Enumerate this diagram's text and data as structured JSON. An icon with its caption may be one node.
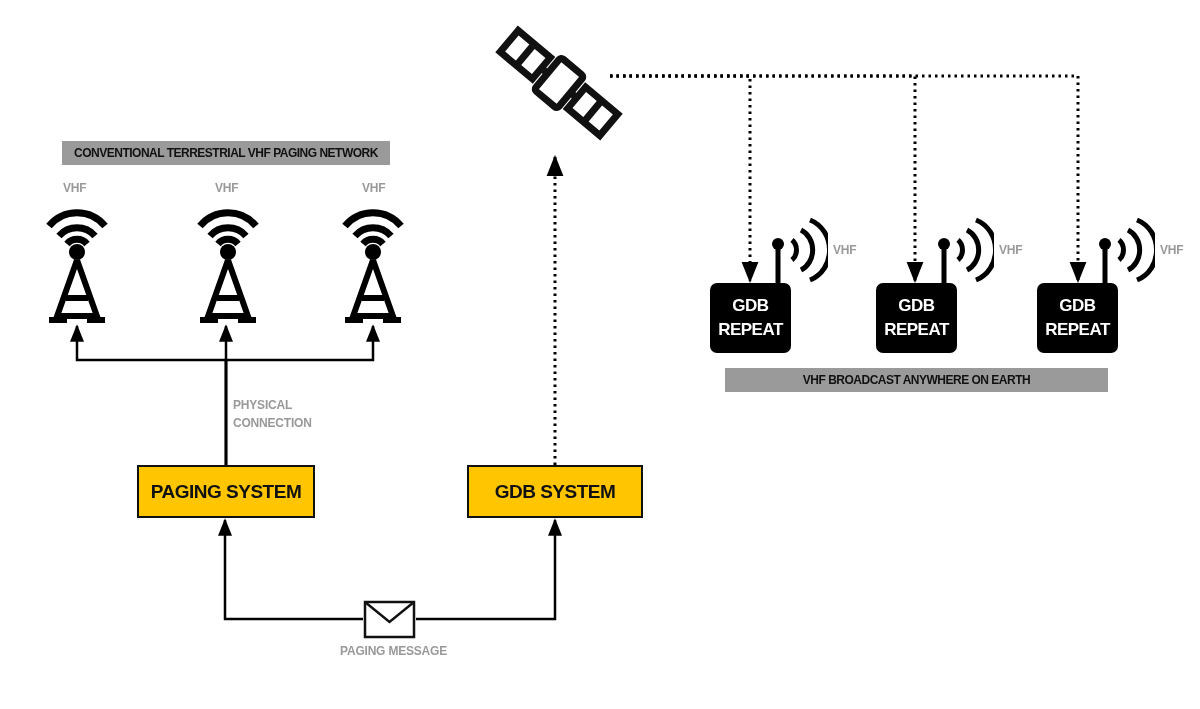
{
  "diagram": {
    "nodes": [
      {
        "text": [
          "CONVENTIONAL TERRESTRIAL VHF PAGING NETWORK"
        ]
      },
      {
        "text": [],
        "shape": "tower",
        "beside": [
          "VHF"
        ]
      },
      {
        "text": [],
        "shape": "tower",
        "beside": [
          "VHF"
        ]
      },
      {
        "text": [],
        "shape": "tower",
        "beside": [
          "VHF"
        ]
      },
      {
        "text": [],
        "shape": "satellite"
      },
      {
        "text": [
          "GDB REPEAT"
        ]
      },
      {
        "text": [
          "GDB REPEAT"
        ]
      },
      {
        "text": [
          "GDB REPEAT"
        ]
      },
      {
        "text": [
          "VHF BROADCAST ANYWHERE ON EARTH"
        ]
      },
      {
        "text": [
          "PAGING SYSTEM"
        ]
      },
      {
        "text": [
          "GDB SYSTEM"
        ]
      },
      {
        "text": [],
        "shape": "envelope",
        "beside": [
          "PAGING MESSAGE"
        ]
      }
    ],
    "edges": [
      {
        "from": 9,
        "to": 1,
        "arrow": "to"
      },
      {
        "from": 9,
        "to": 2,
        "arrow": "to",
        "label": "PHYSICAL CONNECTION"
      },
      {
        "from": 9,
        "to": 3,
        "arrow": "to"
      },
      {
        "from": 11,
        "to": 9,
        "arrow": "to"
      },
      {
        "from": 11,
        "to": 10,
        "arrow": "to"
      },
      {
        "from": 10,
        "to": 4,
        "arrow": "to",
        "style": "dashed"
      },
      {
        "from": 4,
        "to": 5,
        "arrow": "to",
        "style": "dashed"
      },
      {
        "from": 4,
        "to": 6,
        "arrow": "to",
        "style": "dashed"
      },
      {
        "from": 4,
        "to": 7,
        "arrow": "to",
        "style": "dashed"
      }
    ],
    "labels": [
      "VHF",
      "VHF",
      "VHF"
    ]
  }
}
